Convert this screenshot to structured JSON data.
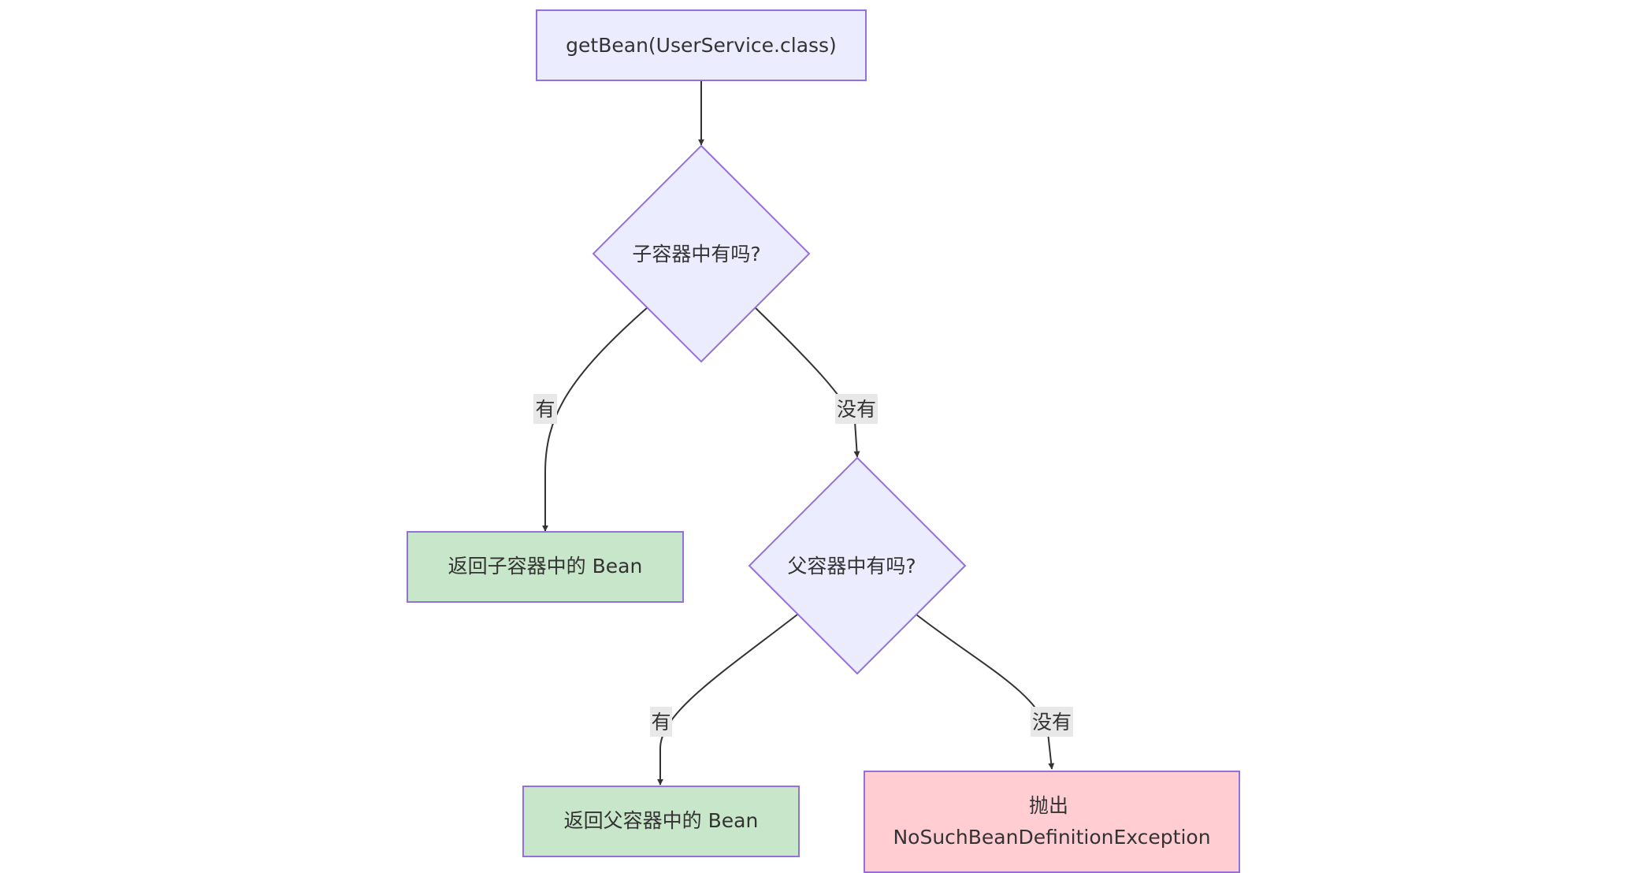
{
  "colors": {
    "process_fill": "#ECECFF",
    "process_stroke": "#9370DB",
    "success_fill": "#C8E6C9",
    "error_fill": "#FFCDD2",
    "edge": "#333333",
    "edge_label_bg": "#E8E8E8"
  },
  "nodes": {
    "start": {
      "label": "getBean(UserService.class)"
    },
    "child_check": {
      "label": "子容器中有吗?"
    },
    "parent_check": {
      "label": "父容器中有吗?"
    },
    "return_child": {
      "label": "返回子容器中的 Bean"
    },
    "return_parent": {
      "label": "返回父容器中的 Bean"
    },
    "throw_exception": {
      "line1": "抛出",
      "line2": "NoSuchBeanDefinitionException"
    }
  },
  "edges": {
    "child_yes": {
      "label": "有"
    },
    "child_no": {
      "label": "没有"
    },
    "parent_yes": {
      "label": "有"
    },
    "parent_no": {
      "label": "没有"
    }
  }
}
